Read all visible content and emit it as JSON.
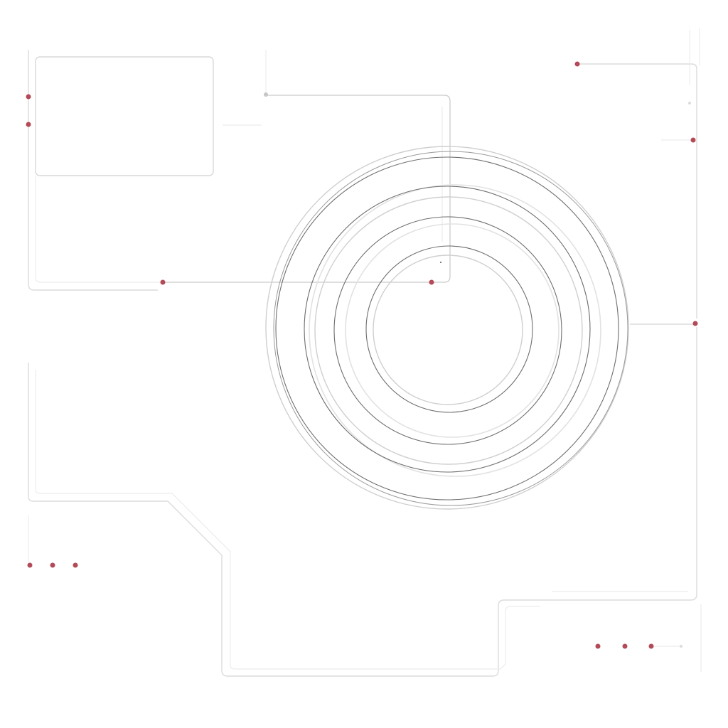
{
  "colors": {
    "background": "#ffffff",
    "accent_dot": "#b34a57",
    "trace_line": "#dcdcdc",
    "ring_dark": "#6e6e6e",
    "ring_light": "#cfcfcf",
    "node_gray": "#c6c6c6"
  },
  "nodes": [
    {
      "name": "node-dot-left-upper",
      "kind": "accent"
    },
    {
      "name": "node-dot-left-lower",
      "kind": "accent"
    },
    {
      "name": "node-dot-top-right",
      "kind": "accent"
    },
    {
      "name": "node-dot-right-upper",
      "kind": "accent"
    },
    {
      "name": "node-dot-right-mid",
      "kind": "accent"
    },
    {
      "name": "node-dot-center-left",
      "kind": "accent"
    },
    {
      "name": "node-dot-center-hub",
      "kind": "accent"
    },
    {
      "name": "node-dot-top-gray",
      "kind": "neutral"
    }
  ],
  "ellipsis_groups": [
    {
      "name": "ellipsis-dots-bottom-left",
      "count": 3
    },
    {
      "name": "ellipsis-dots-bottom-right",
      "count": 3
    }
  ],
  "rings": {
    "count": 5,
    "style": "concentric"
  }
}
